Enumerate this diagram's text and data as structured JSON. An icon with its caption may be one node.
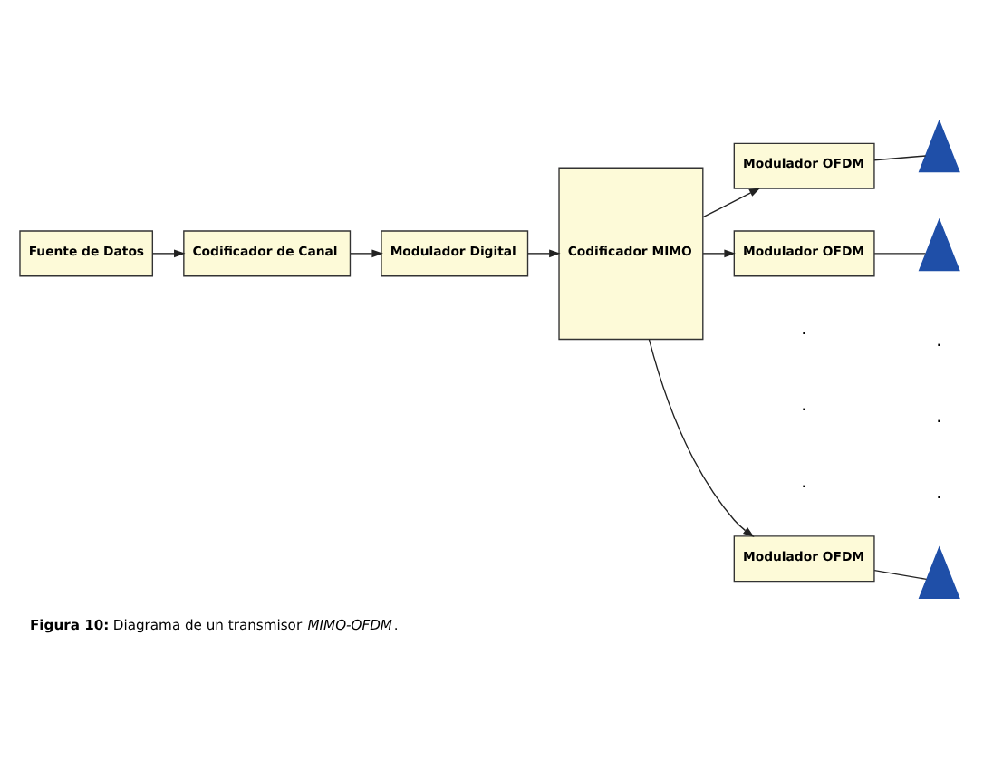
{
  "diagram": {
    "caption": "**Figura 10:** Diagrama de un transmisor *MIMO-OFDM*.",
    "nodes": [
      {
        "text": [
          "Fuente de Datos"
        ]
      },
      {
        "text": [
          "Codificador de Canal"
        ]
      },
      {
        "text": [
          "Modulador Digital"
        ]
      },
      {
        "text": [
          "Codificador MIMO"
        ]
      },
      {
        "text": [
          "Modulador OFDM"
        ]
      },
      {
        "text": [
          "Modulador OFDM"
        ]
      },
      {
        "text": [
          "Modulador OFDM"
        ]
      },
      {
        "text": [],
        "shape": "antenna"
      },
      {
        "text": [],
        "shape": "antenna"
      },
      {
        "text": [],
        "shape": "antenna"
      }
    ],
    "edges": [
      {
        "from": 0,
        "to": 1,
        "arrow": "to"
      },
      {
        "from": 1,
        "to": 2,
        "arrow": "to"
      },
      {
        "from": 2,
        "to": 3,
        "arrow": "to"
      },
      {
        "from": 3,
        "to": 4,
        "arrow": "to"
      },
      {
        "from": 3,
        "to": 5,
        "arrow": "to"
      },
      {
        "from": 3,
        "to": 6,
        "arrow": "to"
      },
      {
        "from": 4,
        "to": 7,
        "arrow": "none"
      },
      {
        "from": 5,
        "to": 8,
        "arrow": "none"
      },
      {
        "from": 6,
        "to": 9,
        "arrow": "none"
      }
    ],
    "labels": [
      ".",
      ".",
      ".",
      ".",
      ".",
      "."
    ]
  }
}
